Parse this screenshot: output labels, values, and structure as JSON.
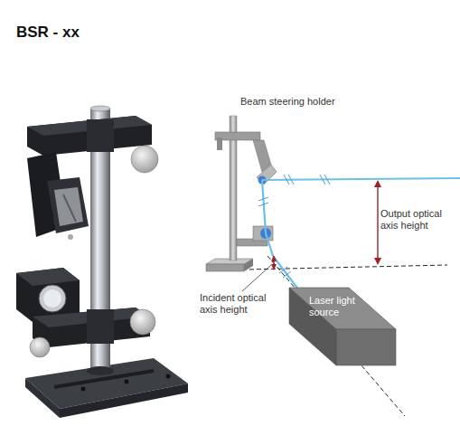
{
  "diagram": {
    "title": "BSR - xx",
    "nodes": [
      {
        "text": [
          "Laser light source"
        ]
      }
    ],
    "labels": [
      "Beam steering holder",
      "Output optical axis height",
      "Incident optical axis height"
    ]
  }
}
